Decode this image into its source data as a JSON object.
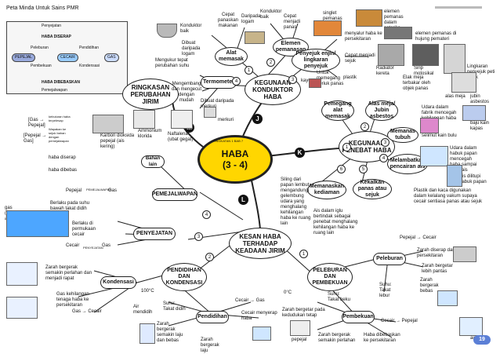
{
  "header": {
    "title": "Peta Minda Untuk Sains PMR",
    "page_number": "19"
  },
  "center": {
    "line1": "HABA",
    "line2": "(3 - 4)",
    "tingkatan": "TINGKATAN 1 BAB 7"
  },
  "branches": {
    "J": "KEGUNAAN KONDUKTOR HABA",
    "K": "KEGUNAAN PENEBAT HABA",
    "L": "KESAN HABA TERHADAP KEADAAN JIRIM",
    "M": "RINGKASAN PERUBAHAN JIRIM"
  },
  "letters": [
    "J",
    "K",
    "L",
    "M"
  ],
  "nodes": {
    "alat_memasak": "Alat memasak",
    "elemen_pemanasan": "Elemen pemanasan",
    "penyejuk": "Penyejuk enjin/ lingkaran penyejuk",
    "termometer": "Termometer",
    "pemegang": "Pemegang alat memasak",
    "alas_meja": "Alas meja/ Jubin asbestos",
    "memanas_tubuh": "Memanas tubuh",
    "melambatkan": "Melambatkan pencairan ais",
    "kekalkan": "Kekalkan panas atau sejuk",
    "memanaskan": "Memanaskan kediaman",
    "pelewapan": "PEMEJALWAPAN",
    "penyejatan": "PENYEJATAN",
    "kondensasi": "Kondensasi",
    "pendidihan_kondensasi": "PENDIDIHAN DAN KONDENSASI",
    "peleburan_pembekuan": "PELEBURAN DAN PEMBEKUAN",
    "peleburan": "Peleburan",
    "pendidihan": "Pendidihan",
    "pembekuan": "Pembekuan",
    "bahan_lain": "Bahan lain"
  },
  "labels": {
    "konduktor_baik_1": "Konduktor baik",
    "cepat_panaskan": "Cepat panaskan makanan",
    "daripada_logam_1": "Daripada logam",
    "konduktor_baik_2": "Konduktor baik",
    "cepat_menjadi_panas": "Cepat menjadi panas",
    "dibuat_logam": "Dibuat daripada logam",
    "singlet": "singlet pemanas",
    "elemen_dalam_seterika": "elemen pemanas dalam seterika",
    "elemen_hujung": "elemen pemanas di hujung pemateri",
    "menyalur": "menyalur haba ke persekitaran",
    "cepat_sejuk": "Cepat menjadi sejuk",
    "radiator": "Radiator kereta",
    "sirip": "Sirip motosikal",
    "lingkaran": "Lingkaran penyejuk peti sejuk",
    "mengukur": "Mengukur tepat perubahan suhu",
    "mengembang": "Mengembang dan mengecut dengan mudah",
    "dibuat_merkuri": "Dibuat daripada merkuri",
    "merkuri": "merkuri",
    "untuk_memegang": "Untuk memegang periuk panas",
    "plastik": "plastik",
    "kayu": "kayu",
    "elak_meja": "Elak meja terbakar oleh objek panas",
    "alas_meja_small": "alas meja",
    "jubin_asbestos": "jubin asbestos",
    "udara_dalam_fabrik": "Udara dalam fabrik mencegah kehilangan haba",
    "baju_kapas": "baju kain kapas",
    "selimut": "selimut kain bulu",
    "udara_habuk": "Udara dalam habuk papan mencegah haba sampai pada ais",
    "ais_habuk": "Ais dilitupi habuk papan",
    "plastik_kaca": "Plastik dan kaca digunakan dalam kelalang vakum supaya cecair sentiasa panas atau sejuk",
    "siling": "Siling dari papan lembut mengandungi gelembung udara yang menghalang kehilangan haba ke ruang lain",
    "ais_udara": "Ais dalam iglu bertindak sebagai penebat menghalang kehilangan haba ke ruang lain",
    "kebuluran": "kebuluran haba terpelesap",
    "wapkan": "Wapakan ke sejuk bahan dengan pemejalwapan",
    "gas_pepejal": "[Gas → Pepejal]",
    "pepejal_gas": "[Pepejal → Gas]",
    "karbon": "Karbon dioksida pepejal (ais kering)",
    "ammonium": "Ammonium klorida",
    "naftalena": "Naftalena (ubat gegat)",
    "haba_diserap": "haba diserap",
    "haba_dibebas": "haba dibebas",
    "pepejal": "Pepejal",
    "pemejalwapan_word": "PEMEJALWAPAN",
    "gas": "Gas",
    "berlaku_bawah": "Berlaku pada suhu bawah takat didih",
    "air": "air",
    "gas_wap": "gas (wap air)",
    "berlaku_permukaan": "Berlaku di permukaan cecair",
    "cecair": "Cecair",
    "penyejatan_word": "PENYEJATAN",
    "zarah_kondensasi": "Zarah bergerak semakin perlahan dan menjadi rapat",
    "gas_kehilangan": "Gas kehilangan tenaga haba ke persekitaran",
    "gas_cecair": "Gas → Cecair",
    "suhu_didih": "Suhu: Takat didih",
    "cecair_gas": "Cecair → Gas",
    "cecair_menyerap": "Cecair menyerap haba",
    "zarah_pendidihan": "Zarah bergerak semakin laju dan bebas",
    "zarah_laju": "Zarah bergerak laju",
    "air_mendidih": "Air mendidih",
    "pepejal_cecair": "Pepejal → Cecair",
    "zarah_menyerap": "Zarah diserap dari persekitaran",
    "zarah_bergetar_laju": "Zarah bergetar lebih pantas",
    "zarah_bebas": "Zarah bergerak bebas",
    "suhu_lebur": "Suhu: Takat lebur",
    "suhu_beku": "Suhu: Takat beku",
    "zarah_getar_kedudukan": "Zarah bergetar pada kedudukan tetap",
    "cecair_pepejal": "Cecair → Pepejal",
    "zarah_perlahan": "Zarah bergerak semakin perlahan",
    "haba_dibebaskan": "Haba dibebaskan ke persekitaran",
    "suhu_100": "100°C",
    "suhu_0": "0°C",
    "pepejal_small": "pepejal",
    "cecair_small": "cecair",
    "gas_small": "gas",
    "ais_small": "ais"
  },
  "panel": {
    "penyejatan": "Penyejatan",
    "haba_diserap": "HABA DISERAP",
    "haba_dibebas": "HABA DIBEBASKAN",
    "pepejal": "PEPEJAL",
    "cecair": "CECAIR",
    "gas": "GAS",
    "peleburan": "Peleburan",
    "pembekuan": "Pembekuan",
    "kondensasi": "Kondensasi",
    "pemejalwapan": "Pemejalwapan",
    "pendidihan": "Pendidihan"
  }
}
